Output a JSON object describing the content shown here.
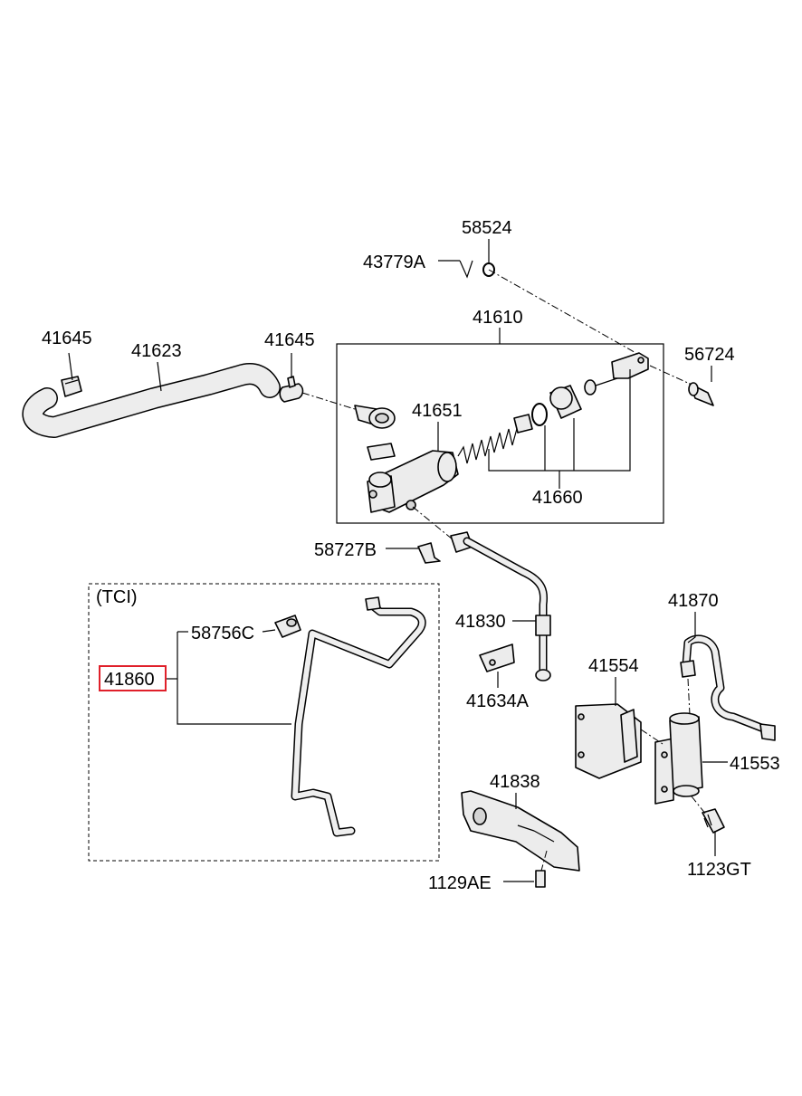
{
  "labels": {
    "p58524": "58524",
    "p43779A": "43779A",
    "p41610": "41610",
    "p41645a": "41645",
    "p41623": "41623",
    "p41645b": "41645",
    "p56724": "56724",
    "p41651": "41651",
    "p41660": "41660",
    "p58727B": "58727B",
    "tci": "(TCI)",
    "p58756C": "58756C",
    "p41860": "41860",
    "p41830": "41830",
    "p41634A": "41634A",
    "p41870": "41870",
    "p41554": "41554",
    "p41553": "41553",
    "p41838": "41838",
    "p1123GT": "1123GT",
    "p1129AE": "1129AE"
  },
  "highlight_color": "#e0202a"
}
